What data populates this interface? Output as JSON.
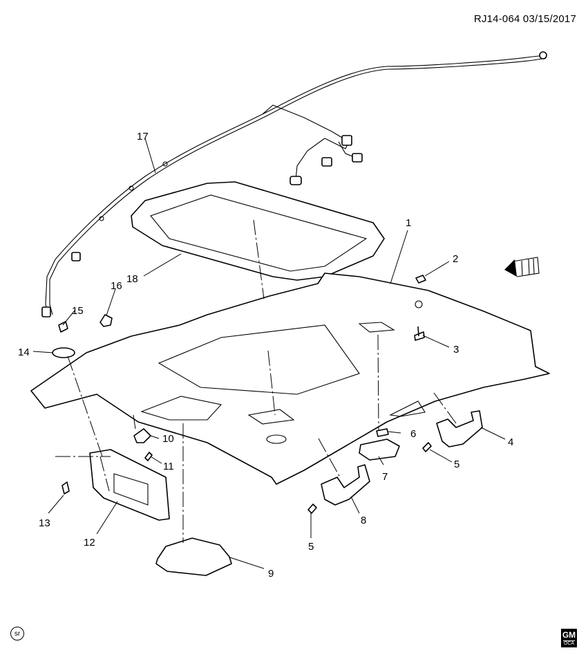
{
  "header": {
    "reference_id": "RJ14-064 03/15/2017"
  },
  "callouts": [
    "1",
    "2",
    "3",
    "4",
    "5",
    "5",
    "5",
    "6",
    "7",
    "8",
    "9",
    "10",
    "11",
    "12",
    "13",
    "14",
    "15",
    "16",
    "17",
    "18"
  ],
  "footer": {
    "sr_badge": "sr",
    "logo_top": "GM",
    "logo_bottom": "OCA"
  }
}
